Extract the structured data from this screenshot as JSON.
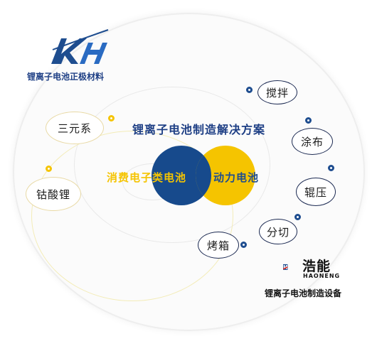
{
  "title": "锂离子电池制造解决方案",
  "center": {
    "left_label": "消费电子类电池",
    "right_label": "动力电池"
  },
  "brand_left": {
    "logo_text": "KH",
    "caption": "锂离子电池正极材料"
  },
  "brand_right": {
    "name_cn": "浩能",
    "name_en": "HAONENG",
    "caption": "锂离子电池制造设备"
  },
  "materials": [
    "三元系",
    "钴酸锂"
  ],
  "processes": [
    "搅拌",
    "涂布",
    "辊压",
    "分切",
    "烤箱"
  ],
  "colors": {
    "blue": "#174a8c",
    "yellow": "#f5c400",
    "red": "#e2231a"
  }
}
